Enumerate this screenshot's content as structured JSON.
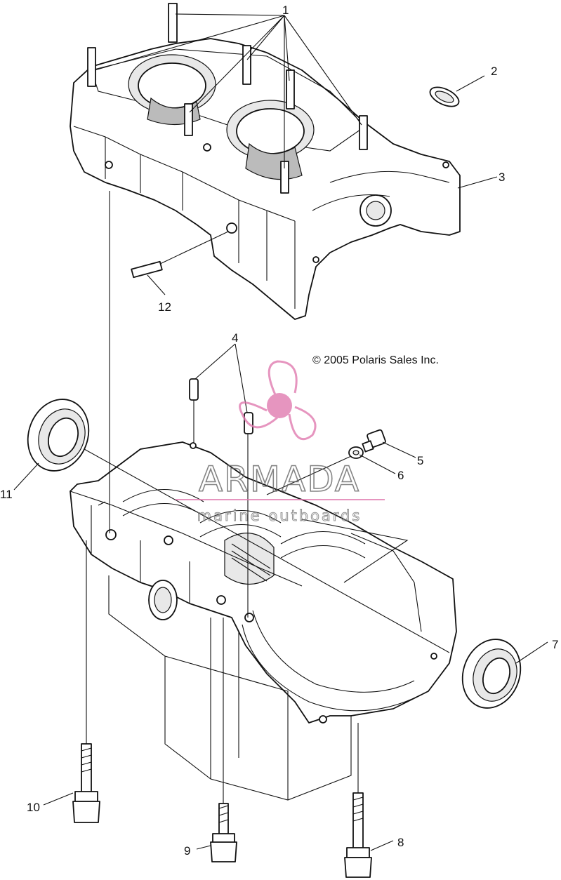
{
  "copyright": "© 2005 Polaris Sales Inc.",
  "watermark": {
    "brand": "ARMADA",
    "tagline": "marine outboards",
    "logo_icon": "propeller-logo-icon",
    "accent_color": "#e07bb0"
  },
  "callouts": [
    "1",
    "2",
    "3",
    "4",
    "5",
    "6",
    "7",
    "8",
    "9",
    "10",
    "11",
    "12"
  ]
}
